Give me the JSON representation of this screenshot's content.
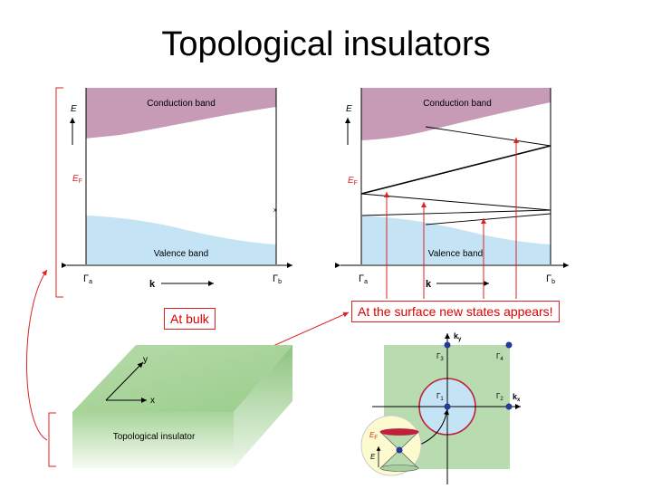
{
  "title": "Topological insulators",
  "band_left": {
    "axis_e": "E",
    "fermi": "E",
    "fermi_sub": "F",
    "conduction": "Conduction band",
    "valence": "Valence band",
    "gamma_a": "Γ",
    "gamma_a_sub": "a",
    "gamma_b": "Γ",
    "gamma_b_sub": "b",
    "k": "k",
    "stray": "x"
  },
  "band_right": {
    "axis_e": "E",
    "fermi": "E",
    "fermi_sub": "F",
    "conduction": "Conduction band",
    "valence": "Valence band",
    "gamma_a": "Γ",
    "gamma_a_sub": "a",
    "gamma_b": "Γ",
    "gamma_b_sub": "b",
    "k": "k"
  },
  "callouts": {
    "bulk": "At bulk",
    "surface": "At the surface new states appears!"
  },
  "slab": {
    "y": "y",
    "x": "x",
    "label": "Topological insulator"
  },
  "bz": {
    "ky": "k",
    "ky_sub": "y",
    "kx": "k",
    "kx_sub": "x",
    "g1": "Γ",
    "g1_sub": "1",
    "g2": "Γ",
    "g2_sub": "2",
    "g3": "Γ",
    "g3_sub": "3",
    "g4": "Γ",
    "g4_sub": "4",
    "cone_ef": "E",
    "cone_ef_sub": "F",
    "cone_e": "E"
  },
  "colors": {
    "conduction": "#c79ab6",
    "valence": "#c4e4f6",
    "accent_red": "#dd2222",
    "bz_green": "#b8dbb0",
    "dot_blue": "#26399a",
    "cone_circle": "#fcfbd0"
  }
}
